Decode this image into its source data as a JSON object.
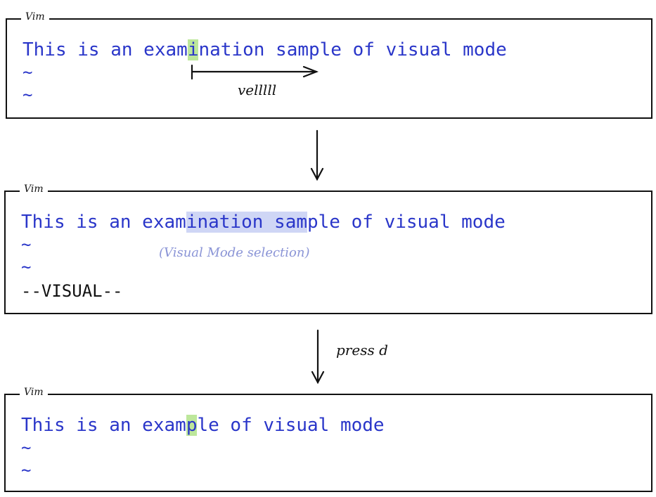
{
  "panels": [
    {
      "label": "Vim",
      "text_before": "This is an exam",
      "text_cursor": "i",
      "text_after": "nation sample of visual mode",
      "tildes": [
        "~",
        "~"
      ],
      "motion_label": "velllll"
    },
    {
      "label": "Vim",
      "text_before": "This is an exam",
      "text_selected": "ination sam",
      "text_after": "ple of visual mode",
      "tildes": [
        "~",
        "~"
      ],
      "note": "(Visual Mode selection)",
      "status": "--VISUAL--"
    },
    {
      "label": "Vim",
      "text_before": "This is an exam",
      "text_cursor": "p",
      "text_after": "le of visual mode",
      "tildes": [
        "~",
        "~"
      ]
    }
  ],
  "transitions": [
    {
      "label": ""
    },
    {
      "label": "press d"
    }
  ]
}
